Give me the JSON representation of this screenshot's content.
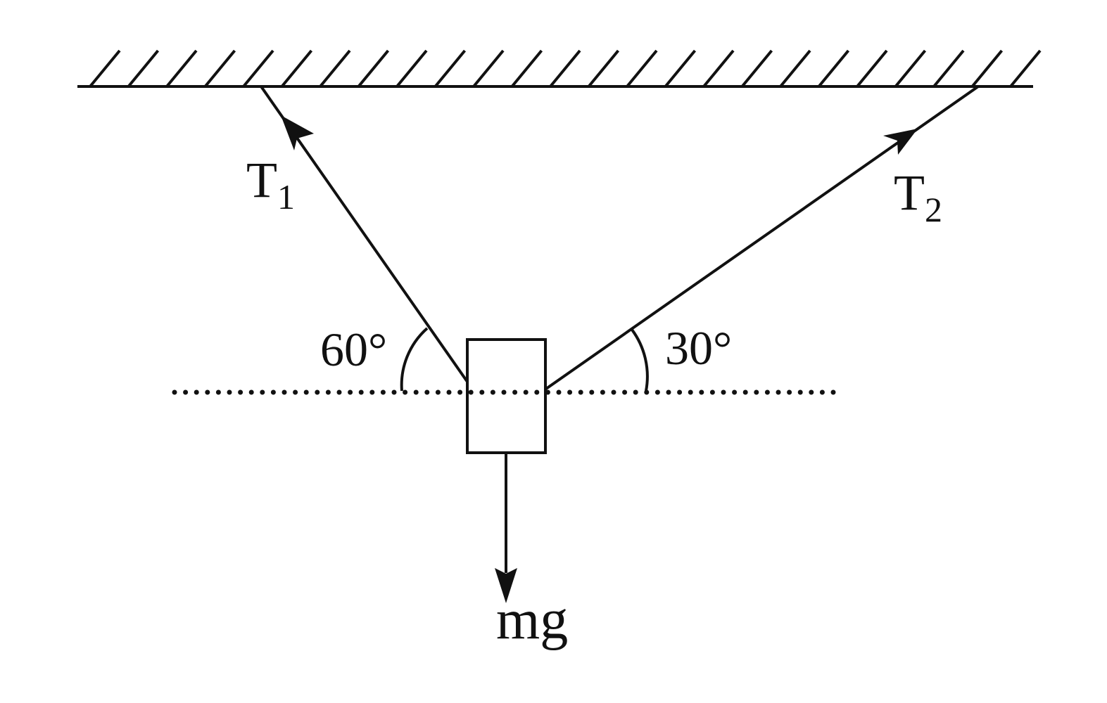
{
  "labels": {
    "t1_main": "T",
    "t1_sub": "1",
    "t2_main": "T",
    "t2_sub": "2",
    "angle_left": "60°",
    "angle_right": "30°",
    "weight": "mg"
  },
  "colors": {
    "ink": "#111111",
    "background": "#ffffff"
  }
}
